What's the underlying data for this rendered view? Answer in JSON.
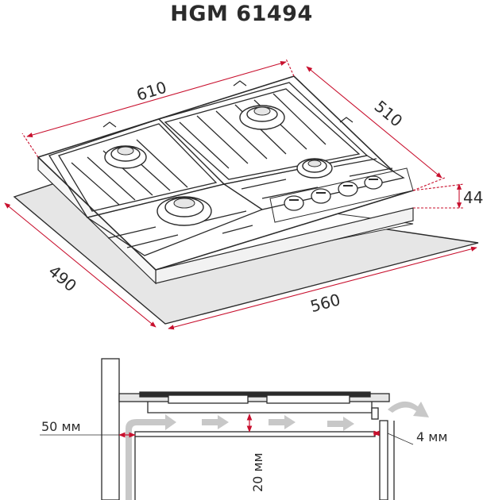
{
  "title": "HGM 61494",
  "dimensions": {
    "hob_width": "610",
    "hob_depth": "510",
    "hob_height": "44",
    "cutout_depth": "490",
    "cutout_width": "560"
  },
  "installation": {
    "side_gap": "50 мм",
    "vent_gap": "20 мм",
    "rear_gap": "4 мм"
  },
  "colors": {
    "dimension_line": "#c8102e",
    "cutout_fill": "#e6e6e6",
    "outline": "#2b2b2b",
    "airflow": "#c8c8c8"
  }
}
